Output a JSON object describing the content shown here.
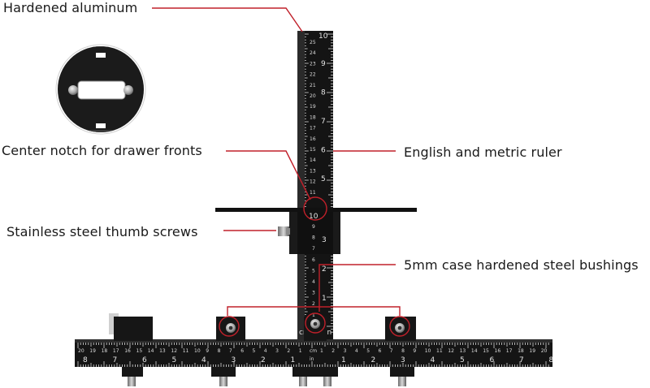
{
  "callouts": {
    "hardened_aluminum": "Hardened aluminum",
    "center_notch": "Center notch for drawer fronts",
    "english_metric": "English and metric ruler",
    "thumb_screws": "Stainless steel thumb screws",
    "bushings": "5mm case hardened steel bushings"
  },
  "colors": {
    "leader": "#c0202a",
    "anodized": "#141414",
    "text": "#1a1a1a"
  },
  "vertical_ruler": {
    "top_inch_label": "10",
    "cm_labels": [
      "25",
      "24",
      "23",
      "22",
      "21",
      "20",
      "19",
      "18",
      "17",
      "16",
      "15",
      "14",
      "13",
      "12",
      "11"
    ],
    "inch_labels": [
      "9",
      "8",
      "7",
      "6",
      "5"
    ],
    "bracket_inch_label": "10",
    "lower_numbers": [
      "9",
      "8",
      "7",
      "6",
      "5",
      "4",
      "3",
      "2",
      "1"
    ],
    "lower_inch_labels": [
      "3",
      "2",
      "1"
    ],
    "base_left": "cm",
    "base_right": "in"
  },
  "horizontal_ruler": {
    "center_top": "cm",
    "center_bottom": "in",
    "left_cm": [
      "20",
      "19",
      "18",
      "17",
      "16",
      "15",
      "14",
      "13",
      "12",
      "11",
      "10",
      "9",
      "8",
      "7",
      "6",
      "5",
      "4",
      "3",
      "2",
      "1"
    ],
    "right_cm": [
      "1",
      "2",
      "3",
      "4",
      "5",
      "6",
      "7",
      "8",
      "9",
      "10",
      "11",
      "12",
      "13",
      "14",
      "15",
      "16",
      "17",
      "18",
      "19",
      "20"
    ],
    "inch_left": [
      "8",
      "7",
      "6",
      "5",
      "4",
      "3",
      "2",
      "1"
    ],
    "inch_right": [
      "1",
      "2",
      "3",
      "4",
      "5",
      "6",
      "7",
      "8"
    ]
  },
  "icons": [
    "thumb-screw-icon",
    "bushing-icon",
    "notch-icon"
  ]
}
